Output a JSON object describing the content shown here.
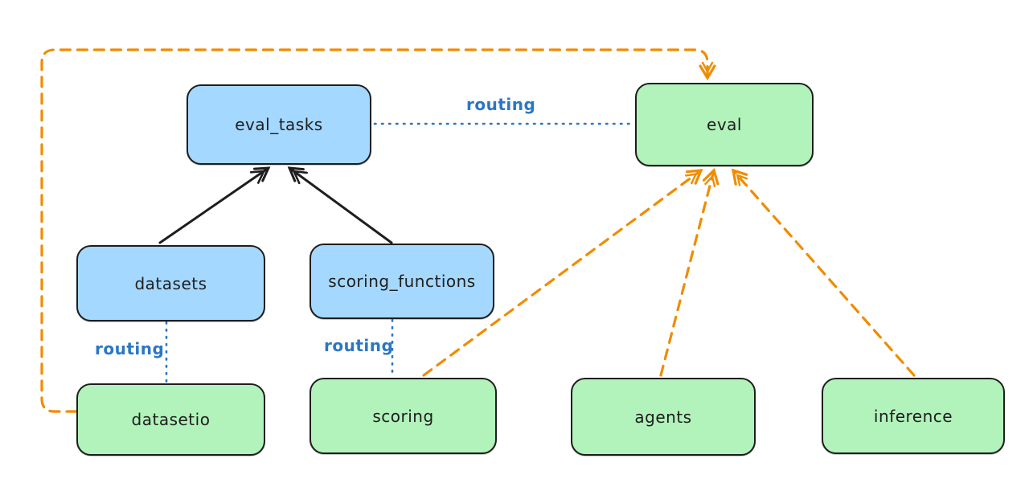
{
  "diagram": {
    "background": "#ffffff",
    "colors": {
      "node_stroke": "#1e1e1e",
      "api_node_fill": "#a5d8ff",
      "provider_node_fill": "#b2f2bb",
      "routing_line": "#2b77c4",
      "dependency_arrow": "#1e1e1e",
      "provider_arrow": "#f08c00"
    },
    "nodes": {
      "eval_tasks": {
        "label": "eval_tasks",
        "kind": "api"
      },
      "eval": {
        "label": "eval",
        "kind": "provider"
      },
      "datasets": {
        "label": "datasets",
        "kind": "api"
      },
      "scoring_functions": {
        "label": "scoring_functions",
        "kind": "api"
      },
      "datasetio": {
        "label": "datasetio",
        "kind": "provider"
      },
      "scoring": {
        "label": "scoring",
        "kind": "provider"
      },
      "agents": {
        "label": "agents",
        "kind": "provider"
      },
      "inference": {
        "label": "inference",
        "kind": "provider"
      }
    },
    "edges": [
      {
        "from": "datasets",
        "to": "eval_tasks",
        "style": "solid",
        "arrow": true,
        "label": ""
      },
      {
        "from": "scoring_functions",
        "to": "eval_tasks",
        "style": "solid",
        "arrow": true,
        "label": ""
      },
      {
        "from": "eval_tasks",
        "to": "eval",
        "style": "dotted",
        "arrow": false,
        "label": "routing"
      },
      {
        "from": "datasets",
        "to": "datasetio",
        "style": "dotted",
        "arrow": false,
        "label": "routing"
      },
      {
        "from": "scoring_functions",
        "to": "scoring",
        "style": "dotted",
        "arrow": false,
        "label": "routing"
      },
      {
        "from": "datasetio",
        "to": "eval",
        "style": "dashed",
        "arrow": true,
        "label": ""
      },
      {
        "from": "scoring",
        "to": "eval",
        "style": "dashed",
        "arrow": true,
        "label": ""
      },
      {
        "from": "agents",
        "to": "eval",
        "style": "dashed",
        "arrow": true,
        "label": ""
      },
      {
        "from": "inference",
        "to": "eval",
        "style": "dashed",
        "arrow": true,
        "label": ""
      }
    ]
  }
}
